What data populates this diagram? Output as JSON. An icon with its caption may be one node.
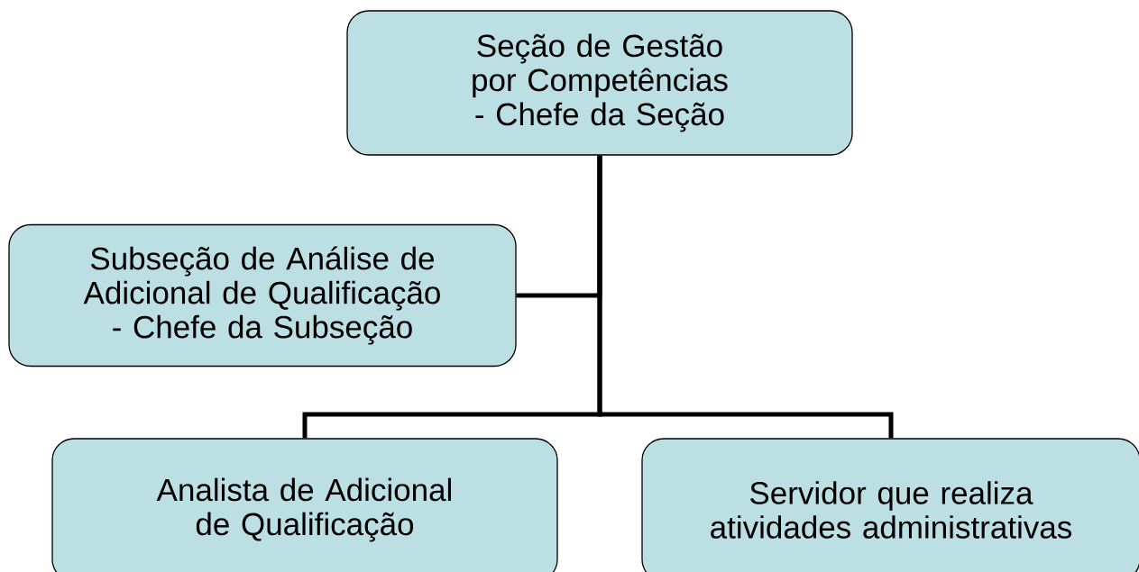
{
  "diagram": {
    "nodes": [
      {
        "text": [
          "Seção de Gestão por Competências",
          "- Chefe da Seção"
        ]
      },
      {
        "text": [
          "Subseção de Análise de Adicional de Qualificação",
          "- Chefe da Subseção"
        ]
      },
      {
        "text": [
          "Analista de Adicional de Qualificação"
        ]
      },
      {
        "text": [
          "Servidor que realiza atividades administrativas"
        ]
      }
    ],
    "edges": [
      {
        "from": 0,
        "to": 1,
        "arrow": "none"
      },
      {
        "from": 0,
        "to": 2,
        "arrow": "none"
      },
      {
        "from": 0,
        "to": 3,
        "arrow": "none"
      }
    ]
  }
}
